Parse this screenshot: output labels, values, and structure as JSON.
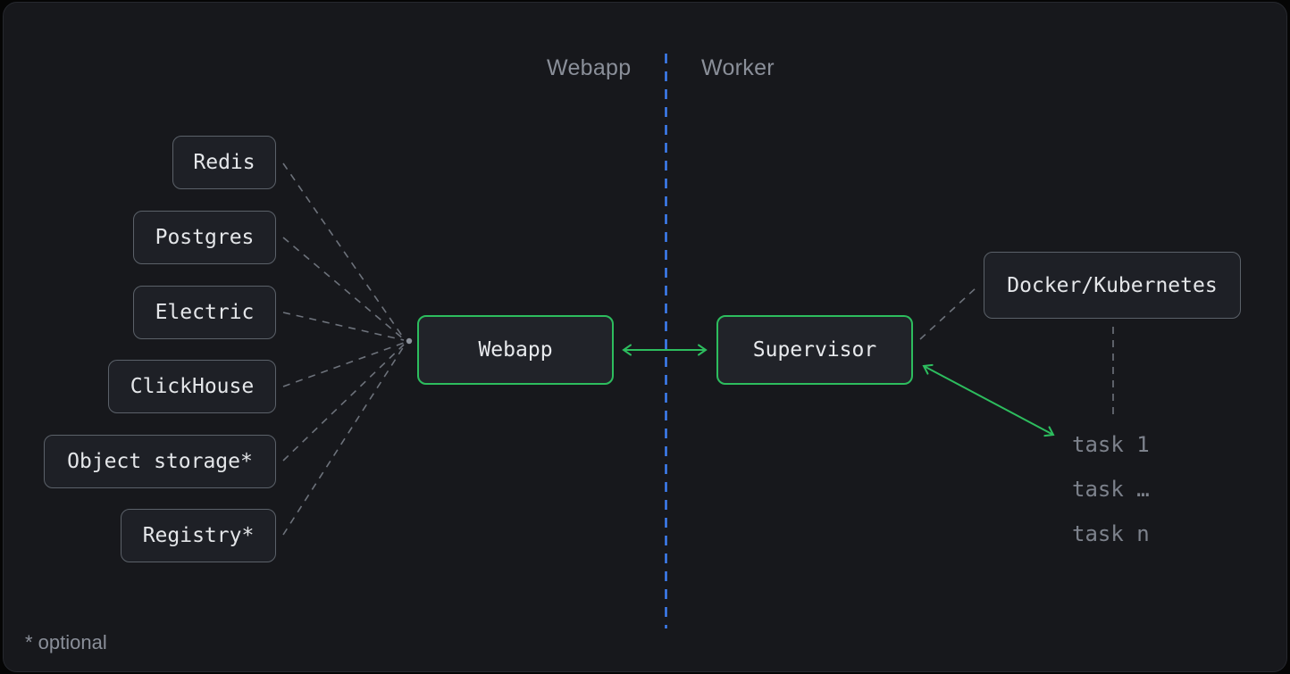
{
  "diagram": {
    "zone_labels": {
      "webapp": "Webapp",
      "worker": "Worker"
    },
    "services": [
      {
        "label": "Redis"
      },
      {
        "label": "Postgres"
      },
      {
        "label": "Electric"
      },
      {
        "label": "ClickHouse"
      },
      {
        "label": "Object storage*"
      },
      {
        "label": "Registry*"
      }
    ],
    "webapp": {
      "label": "Webapp"
    },
    "supervisor": {
      "label": "Supervisor"
    },
    "runtime": {
      "label": "Docker/Kubernetes"
    },
    "tasks": [
      "task 1",
      "task …",
      "task n"
    ],
    "footnote": "* optional",
    "colors": {
      "accent_green": "#2dbd5e",
      "accent_blue": "#3f80f6",
      "line_gray": "#6d727b",
      "background": "#17181c",
      "node_border_gray": "#5b6169"
    }
  }
}
